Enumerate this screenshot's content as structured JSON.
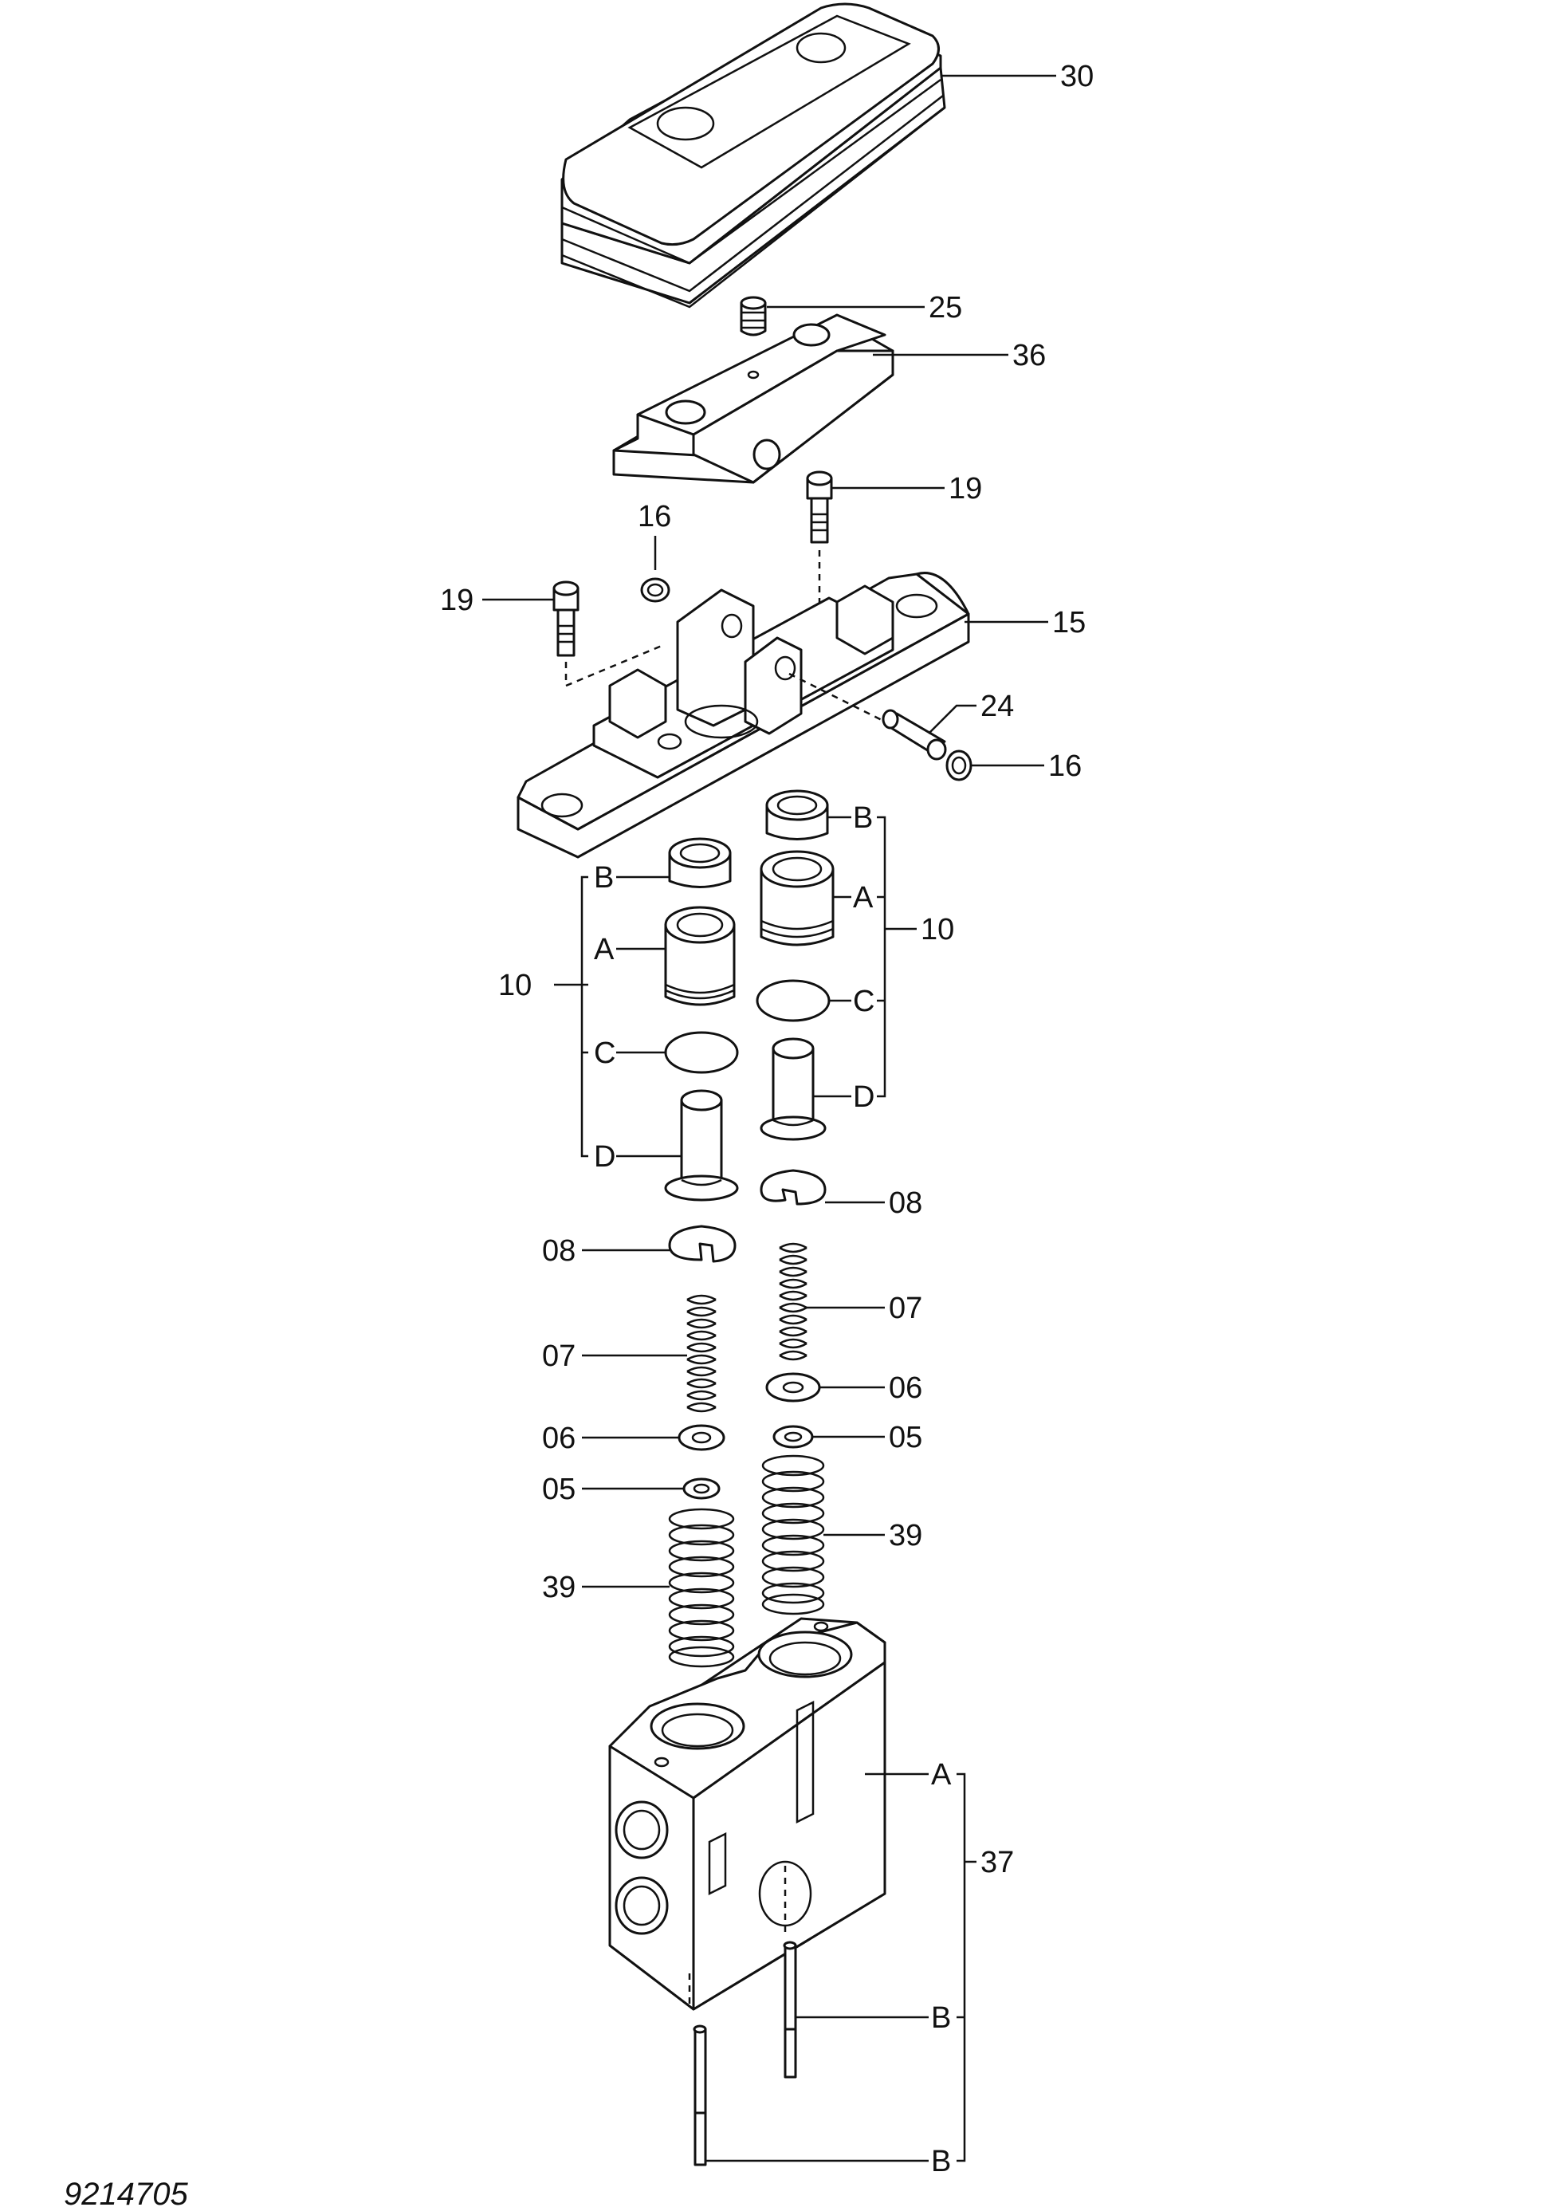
{
  "document_number": "9214705",
  "labels": {
    "p30": "30",
    "p25": "25",
    "p36": "36",
    "p16_top": "16",
    "p19_right": "19",
    "p19_left": "19",
    "p15": "15",
    "p24": "24",
    "p16_right": "16",
    "p10_left": "10",
    "p10_right": "10",
    "sub_b_left": "B",
    "sub_a_left": "A",
    "sub_c_left": "C",
    "sub_d_left": "D",
    "sub_b_right": "B",
    "sub_a_right": "A",
    "sub_c_right": "C",
    "sub_d_right": "D",
    "p08_right": "08",
    "p08_left": "08",
    "p07_right": "07",
    "p07_left": "07",
    "p06_right": "06",
    "p06_left": "06",
    "p05_right": "05",
    "p05_left": "05",
    "p39_right": "39",
    "p39_left": "39",
    "sub_a_37": "A",
    "p37": "37",
    "sub_b_37_upper": "B",
    "sub_b_37_lower": "B"
  }
}
